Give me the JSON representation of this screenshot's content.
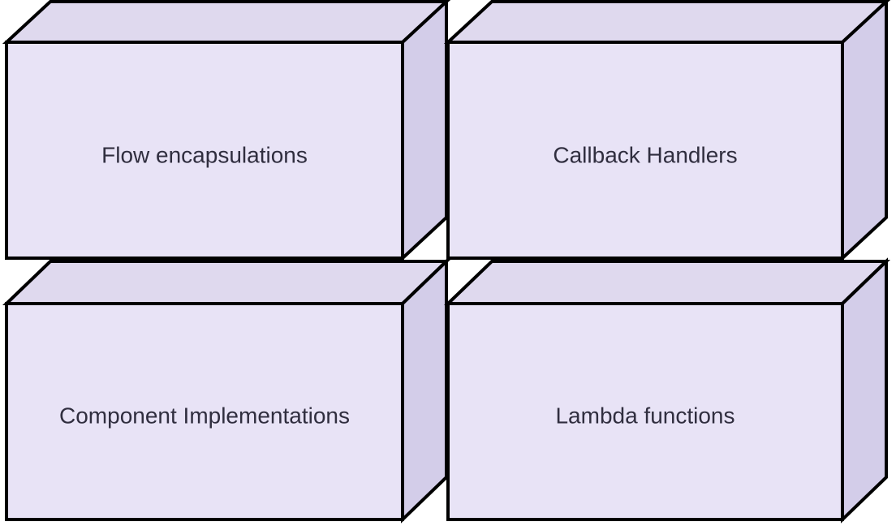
{
  "diagram": {
    "type": "box3d-node-grid",
    "background_color": "#ffffff",
    "stroke_color": "#000000",
    "text_color": "#302e3f",
    "face_colors": {
      "front": "#e8e3f6",
      "top": "#dfd9ee",
      "side": "#d3cde9"
    },
    "nodes": [
      {
        "label": "Flow encapsulations"
      },
      {
        "label": "Callback Handlers"
      },
      {
        "label": "Component Implementations"
      },
      {
        "label": "Lambda functions"
      }
    ]
  }
}
